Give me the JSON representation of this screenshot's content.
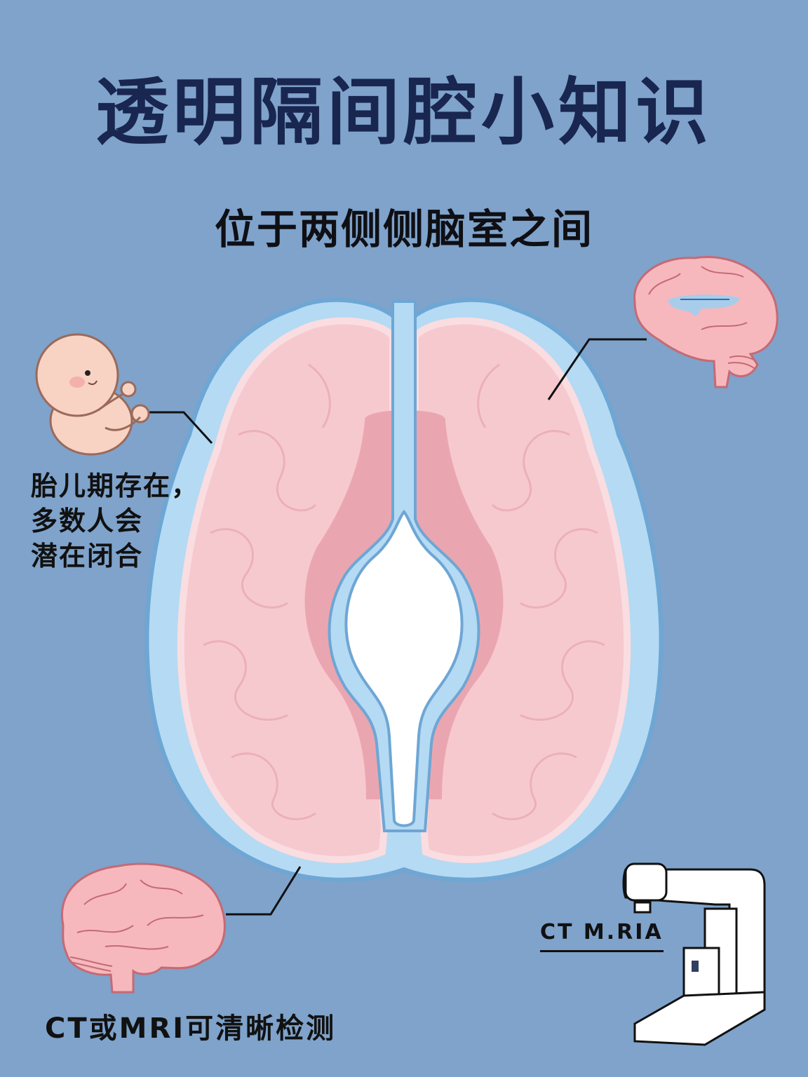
{
  "poster": {
    "title": "透明隔间腔小知识",
    "subtitle": "位于两侧侧脑室之间",
    "background_color": "#7fa3cb",
    "title_color": "#182650"
  },
  "callouts": {
    "fetal": {
      "icon": "fetus-illustration",
      "lines": [
        "胎儿期存在，",
        "多数人会",
        "潜在闭合"
      ]
    },
    "sagittal_brain": {
      "icon": "brain-sagittal-illustration"
    },
    "detection": {
      "icon": "brain-side-illustration",
      "text": "CT或MRI可清晰检测"
    },
    "machine": {
      "icon": "ct-scanner-illustration",
      "text": "CT M.RIA"
    }
  },
  "diagram": {
    "name": "brain-axial-section",
    "colors": {
      "brain": "#f6c9cf",
      "ventricle": "#eaa6b0",
      "membrane": "#b5daf3",
      "membrane_edge": "#6ea6d4",
      "cavity": "#ffffff"
    }
  }
}
